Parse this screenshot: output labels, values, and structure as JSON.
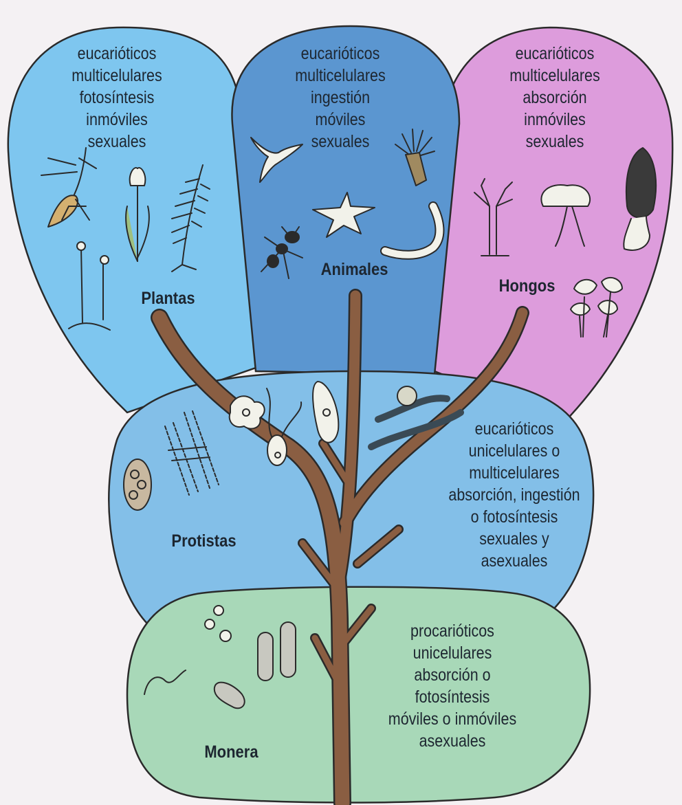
{
  "colors": {
    "background": "#f4f1f3",
    "plantas": "#7ec6ef",
    "animales": "#5b96d0",
    "hongos": "#dd9cdc",
    "protistas": "#83bfe8",
    "monera": "#a8d8b8",
    "trunk": "#8a5e42",
    "outline": "#2a2a2a"
  },
  "kingdoms": {
    "plantas": {
      "name": "Plantas",
      "traits": [
        "eucarióticos",
        "multicelulares",
        "fotosíntesis",
        "inmóviles",
        "sexuales"
      ],
      "icons": [
        "plant-with-roots-icon",
        "tulip-icon",
        "fern-icon",
        "moss-icon"
      ]
    },
    "animales": {
      "name": "Animales",
      "traits": [
        "eucarióticos",
        "multicelulares",
        "ingestión",
        "móviles",
        "sexuales"
      ],
      "icons": [
        "hummingbird-icon",
        "sea-anemone-icon",
        "starfish-icon",
        "ant-icon",
        "worm-icon"
      ]
    },
    "hongos": {
      "name": "Hongos",
      "traits": [
        "eucarióticos",
        "multicelulares",
        "absorción",
        "inmóviles",
        "sexuales"
      ],
      "icons": [
        "slime-mold-icon",
        "mushroom-icon",
        "morel-icon",
        "mushroom-cluster-icon"
      ]
    },
    "protistas": {
      "name": "Protistas",
      "traits": [
        "eucarióticos",
        "unicelulares o",
        "multicelulares",
        "absorción, ingestión",
        "o fotosíntesis",
        "sexuales y",
        "asexuales"
      ],
      "icons": [
        "cyst-icon",
        "diatom-chain-icon",
        "amoeba-icon",
        "flagellate-icon",
        "paramecium-icon",
        "algae-icon"
      ]
    },
    "monera": {
      "name": "Monera",
      "traits": [
        "procarióticos",
        "unicelulares",
        "absorción o",
        "fotosíntesis",
        "móviles o inmóviles",
        "asexuales"
      ],
      "icons": [
        "spirillum-icon",
        "cocci-icon",
        "bacillus-icon"
      ]
    }
  }
}
